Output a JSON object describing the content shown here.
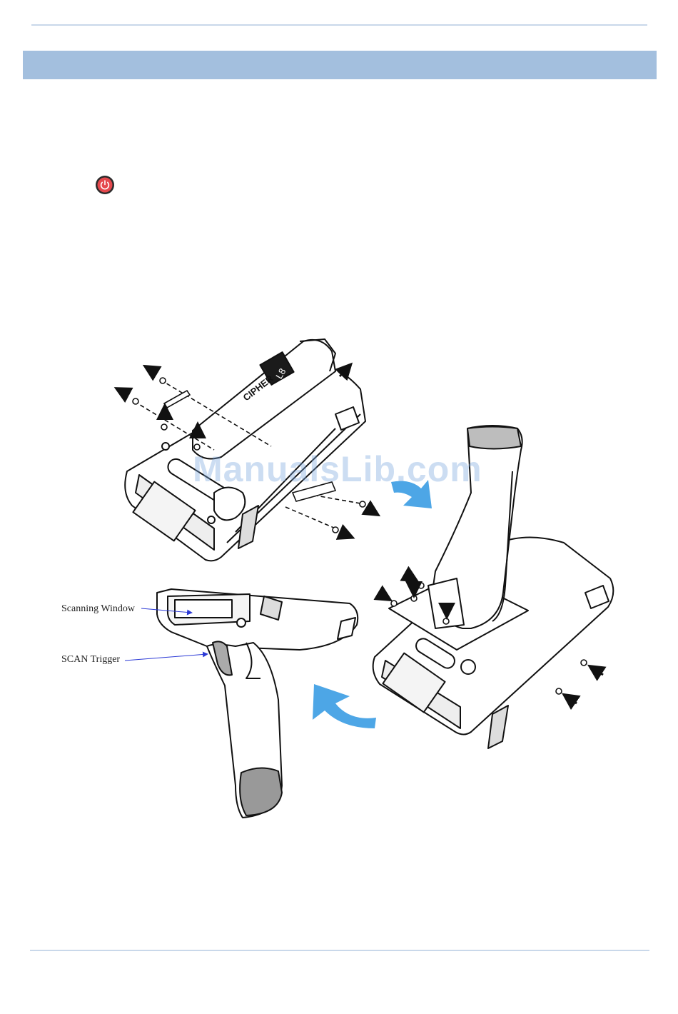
{
  "callouts": {
    "scanning_window": "Scanning Window",
    "scan_trigger": "SCAN Trigger"
  },
  "device": {
    "brand_logo": "CIPHER",
    "model": "L8"
  },
  "watermark": "ManualsLib.com",
  "colors": {
    "header_bar": "#a3bfde",
    "rule": "#c9d8ea",
    "arrow_blue": "#4da6e6",
    "power_red": "#e5484d",
    "callout_leader": "#2c3ad6"
  },
  "icons": [
    "power-icon",
    "curved-arrow-icon",
    "screw-icon",
    "removal-arrow-icon"
  ]
}
